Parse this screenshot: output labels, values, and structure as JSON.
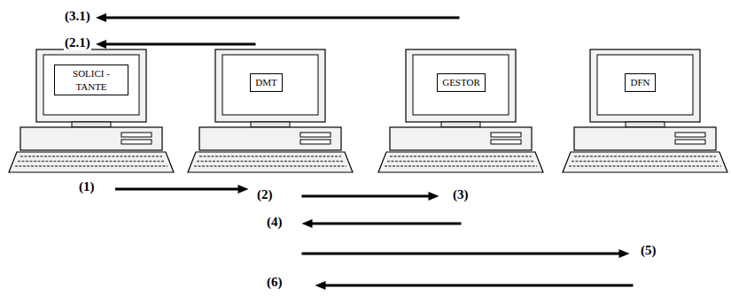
{
  "diagram": {
    "nodes": [
      {
        "text": [
          "SOLICI - TANTE"
        ]
      },
      {
        "text": [
          "DMT"
        ]
      },
      {
        "text": [
          "GESTOR"
        ]
      },
      {
        "text": [
          "DFN"
        ]
      }
    ],
    "edges": [
      {
        "from": 2,
        "to": 0,
        "arrow": "to"
      },
      {
        "from": 1,
        "to": 0,
        "arrow": "to"
      },
      {
        "from": 0,
        "to": 1,
        "arrow": "to"
      },
      {
        "from": 1,
        "to": 2,
        "arrow": "to"
      },
      {
        "from": 2,
        "to": 1,
        "arrow": "to"
      },
      {
        "from": 1,
        "to": 3,
        "arrow": "to"
      },
      {
        "from": 3,
        "to": 1,
        "arrow": "to"
      }
    ],
    "labels": [
      "(3.1)",
      "(2.1)",
      "(1)",
      "(2)",
      "(3)",
      "(4)",
      "(5)",
      "(6)"
    ]
  }
}
